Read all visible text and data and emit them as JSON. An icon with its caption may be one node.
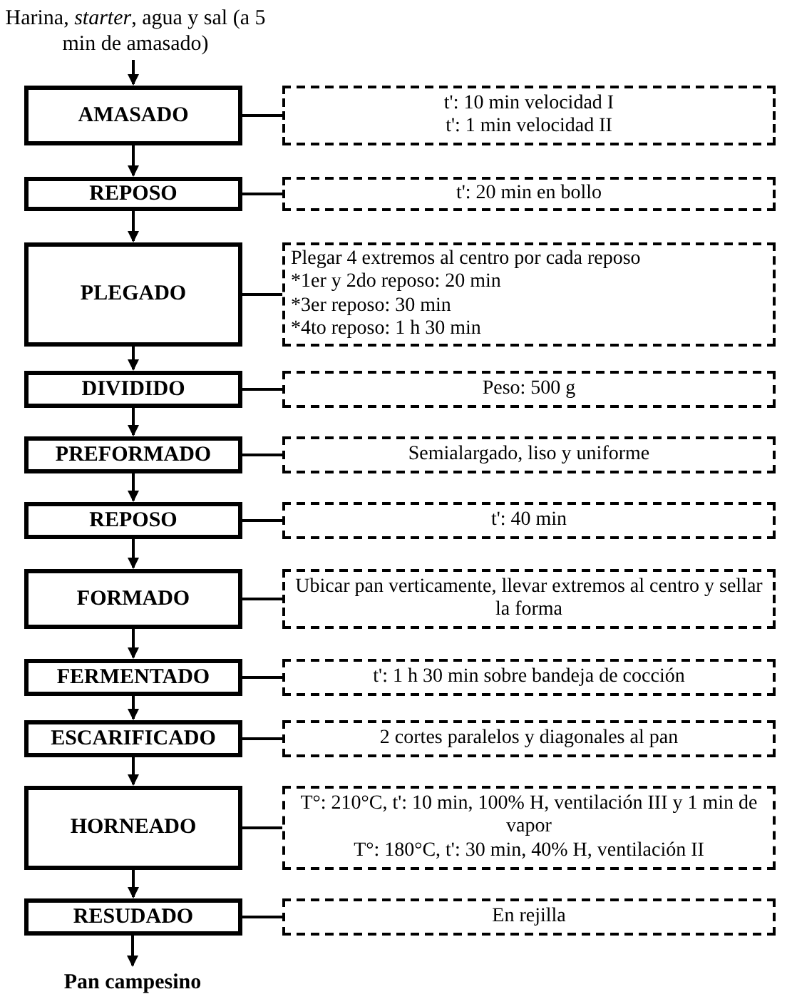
{
  "diagram": {
    "nodes": [
      {
        "text": [
          "Harina, *starter*, agua y sal (a 5 min de amasado)"
        ]
      },
      {
        "text": [
          "AMASADO"
        ]
      },
      {
        "text": [
          "t': 10 min velocidad I",
          "t': 1 min velocidad II"
        ]
      },
      {
        "text": [
          "REPOSO"
        ]
      },
      {
        "text": [
          "t': 20 min en bollo"
        ]
      },
      {
        "text": [
          "PLEGADO"
        ]
      },
      {
        "text": [
          "Plegar 4 extremos al centro por cada reposo",
          "*1er y 2do reposo: 20 min",
          "*3er reposo: 30 min",
          "*4to reposo: 1 h 30 min"
        ]
      },
      {
        "text": [
          "DIVIDIDO"
        ]
      },
      {
        "text": [
          "Peso: 500 g"
        ]
      },
      {
        "text": [
          "PREFORMADO"
        ]
      },
      {
        "text": [
          "Semialargado, liso y uniforme"
        ]
      },
      {
        "text": [
          "REPOSO"
        ]
      },
      {
        "text": [
          "t': 40 min"
        ]
      },
      {
        "text": [
          "FORMADO"
        ]
      },
      {
        "text": [
          "Ubicar pan verticamente, llevar extremos al centro y sellar la forma"
        ]
      },
      {
        "text": [
          "FERMENTADO"
        ]
      },
      {
        "text": [
          "t': 1 h 30 min sobre bandeja de cocción"
        ]
      },
      {
        "text": [
          "ESCARIFICADO"
        ]
      },
      {
        "text": [
          "2 cortes paralelos y diagonales al pan"
        ]
      },
      {
        "text": [
          "HORNEADO"
        ]
      },
      {
        "text": [
          "T°: 210°C, t': 10 min, 100% H, ventilación III y 1 min de vapor",
          "T°: 180°C, t': 30 min, 40% H, ventilación II"
        ]
      },
      {
        "text": [
          "RESUDADO"
        ]
      },
      {
        "text": [
          "En rejilla"
        ]
      },
      {
        "text": [
          "Pan campesino"
        ]
      }
    ],
    "edges": [
      {
        "from": 0,
        "to": 1,
        "arrow": "to"
      },
      {
        "from": 1,
        "to": 2,
        "arrow": "none"
      },
      {
        "from": 1,
        "to": 3,
        "arrow": "to"
      },
      {
        "from": 3,
        "to": 4,
        "arrow": "none"
      },
      {
        "from": 3,
        "to": 5,
        "arrow": "to"
      },
      {
        "from": 5,
        "to": 6,
        "arrow": "none"
      },
      {
        "from": 5,
        "to": 7,
        "arrow": "to"
      },
      {
        "from": 7,
        "to": 8,
        "arrow": "none"
      },
      {
        "from": 7,
        "to": 9,
        "arrow": "to"
      },
      {
        "from": 9,
        "to": 10,
        "arrow": "none"
      },
      {
        "from": 9,
        "to": 11,
        "arrow": "to"
      },
      {
        "from": 11,
        "to": 12,
        "arrow": "none"
      },
      {
        "from": 11,
        "to": 13,
        "arrow": "to"
      },
      {
        "from": 13,
        "to": 14,
        "arrow": "none"
      },
      {
        "from": 13,
        "to": 15,
        "arrow": "to"
      },
      {
        "from": 15,
        "to": 16,
        "arrow": "none"
      },
      {
        "from": 15,
        "to": 17,
        "arrow": "to"
      },
      {
        "from": 17,
        "to": 18,
        "arrow": "none"
      },
      {
        "from": 17,
        "to": 19,
        "arrow": "to"
      },
      {
        "from": 19,
        "to": 20,
        "arrow": "none"
      },
      {
        "from": 19,
        "to": 21,
        "arrow": "to"
      },
      {
        "from": 21,
        "to": 22,
        "arrow": "none"
      },
      {
        "from": 21,
        "to": 23,
        "arrow": "to"
      }
    ]
  }
}
